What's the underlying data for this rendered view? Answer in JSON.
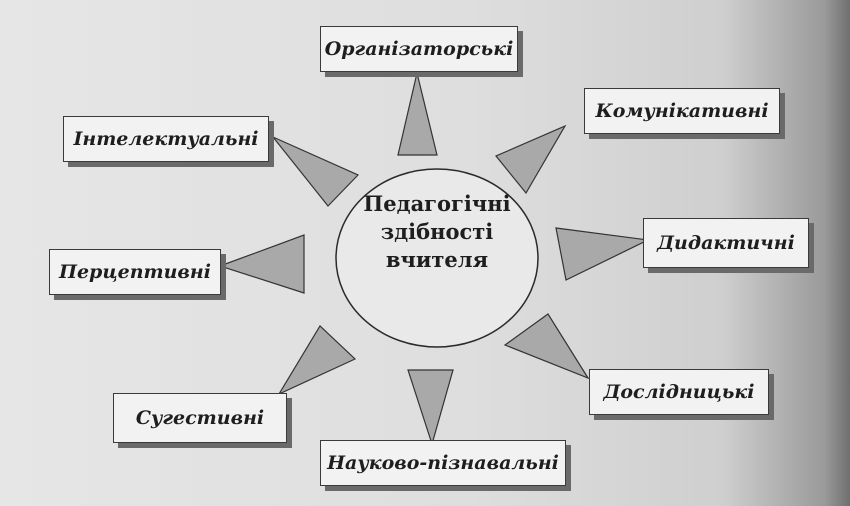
{
  "center": {
    "line1": "Педагогічні",
    "line2": "здібності",
    "line3": "вчителя"
  },
  "abilities": [
    "Організаторські",
    "Комунікативні",
    "Дидактичні",
    "Дослідницькі",
    "Науково-пізнавальні",
    "Сугестивні",
    "Перцептивні",
    "Інтелектуальні"
  ],
  "colors": {
    "arrow_fill": "#a9a9a9",
    "border": "#3a3a3a",
    "box_fill": "#f2f2f2"
  }
}
